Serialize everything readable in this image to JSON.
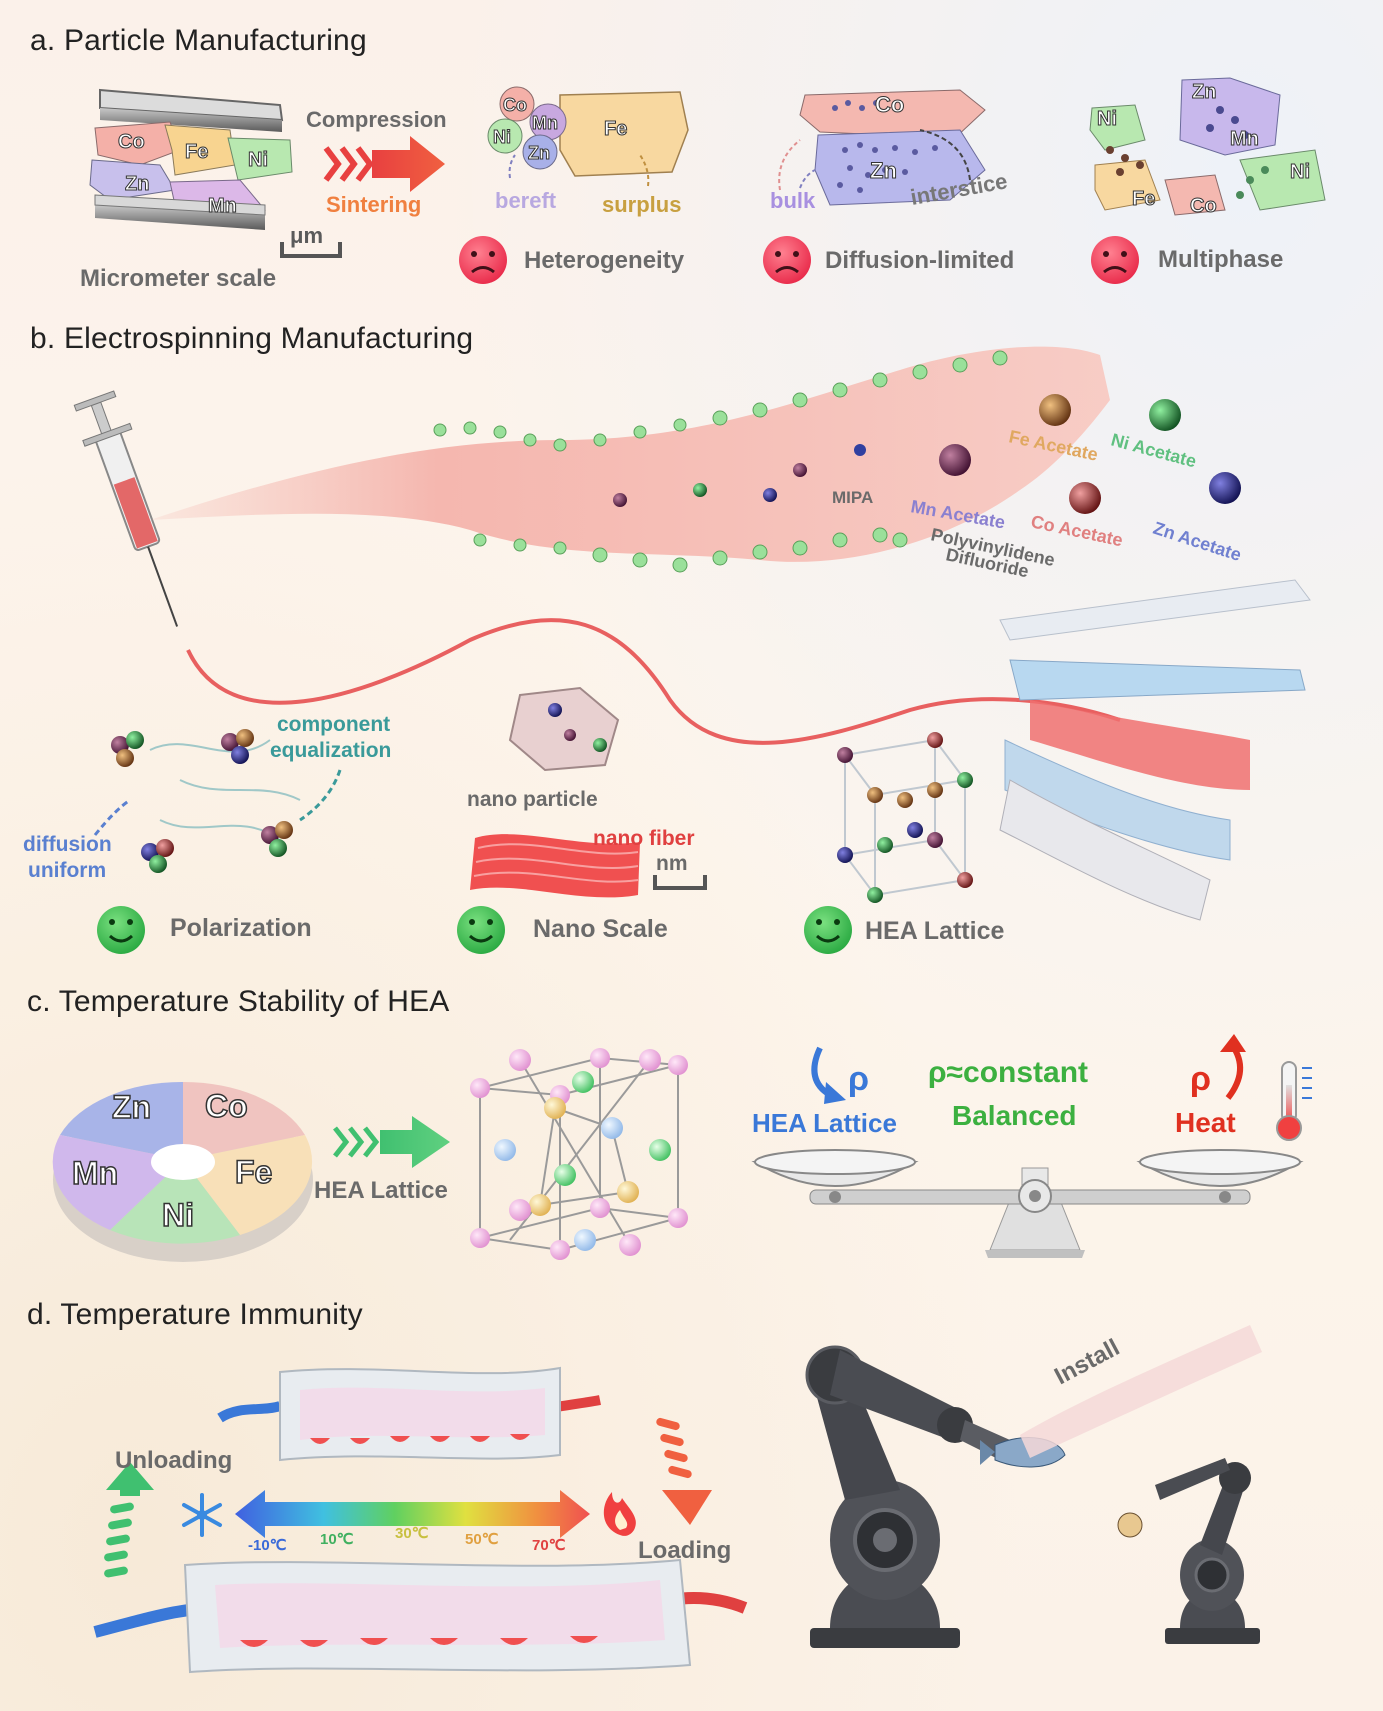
{
  "section_a": {
    "title": "a. Particle Manufacturing",
    "elements": [
      "Co",
      "Fe",
      "Ni",
      "Zn",
      "Mn"
    ],
    "compression": "Compression",
    "sintering": "Sintering",
    "um_unit": "μm",
    "micrometer_scale": "Micrometer scale",
    "bereft": "bereft",
    "surplus": "surplus",
    "bulk": "bulk",
    "interstice": "interstice",
    "heterogeneity": "Heterogeneity",
    "diffusion_limited": "Diffusion-limited",
    "multiphase": "Multiphase"
  },
  "section_b": {
    "title": "b. Electrospinning  Manufacturing",
    "mipa": "MIPA",
    "mn_acetate": "Mn Acetate",
    "fe_acetate": "Fe Acetate",
    "ni_acetate": "Ni Acetate",
    "co_acetate": "Co Acetate",
    "zn_acetate": "Zn Acetate",
    "pvdf_line1": "Polyvinylidene",
    "pvdf_line2": "Difluoride",
    "component_line1": "component",
    "component_line2": "equalization",
    "diffusion_line1": "diffusion",
    "diffusion_line2": "uniform",
    "nano_particle": "nano particle",
    "nano_fiber": "nano fiber",
    "nm_unit": "nm",
    "polarization": "Polarization",
    "nano_scale": "Nano Scale",
    "hea_lattice": "HEA Lattice"
  },
  "section_c": {
    "title": "c. Temperature Stability of HEA",
    "pie_labels": [
      "Zn",
      "Co",
      "Fe",
      "Ni",
      "Mn"
    ],
    "hea_lattice_arrow": "HEA Lattice",
    "rho_symbol": "ρ",
    "rho_constant": "ρ≈constant",
    "balanced": "Balanced",
    "hea_lattice_left": "HEA Lattice",
    "heat": "Heat"
  },
  "section_d": {
    "title": "d. Temperature Immunity",
    "unloading": "Unloading",
    "loading": "Loading",
    "temps": [
      "-10℃",
      "10℃",
      "30℃",
      "50℃",
      "70℃"
    ],
    "install": "Install"
  },
  "colors": {
    "co": "#f0a8a0",
    "fe": "#f8d08a",
    "ni": "#a8e0a0",
    "zn": "#a8b0e8",
    "mn": "#c8a8e0",
    "sad_face": "#f04858",
    "happy_face": "#3cc050",
    "fiber": "#f0a0a0",
    "sintering_orange": "#f08040",
    "teal_label": "#3a9a9a",
    "blue_label": "#5a80d0",
    "green_label": "#3cb040",
    "red_label": "#e03020"
  }
}
